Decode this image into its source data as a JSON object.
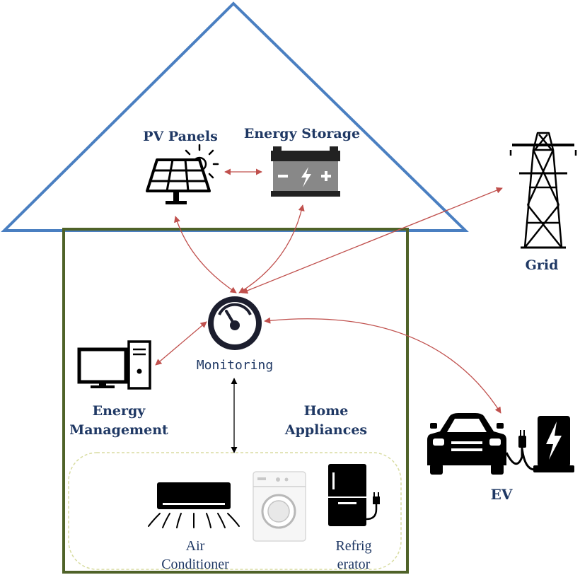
{
  "labels": {
    "pv_panels": "PV Panels",
    "energy_storage": "Energy Storage",
    "grid": "Grid",
    "monitoring": "Monitoring",
    "energy_management_line1": "Energy",
    "energy_management_line2": "Management",
    "home_appliances_line1": "Home",
    "home_appliances_line2": "Appliances",
    "air_conditioner_line1": "Air",
    "air_conditioner_line2": "Conditioner",
    "refrigerator_line1": "Refrig",
    "refrigerator_line2": "erator",
    "ev": "EV"
  },
  "colors": {
    "roof_outline": "#4a7fc1",
    "house_outline": "#4f6228",
    "arrow_red": "#c0504d",
    "arrow_black": "#000000",
    "label_text": "#1f3864",
    "appliance_group_border": "#d8dca0"
  },
  "icons": [
    "solar-panel-icon",
    "battery-icon",
    "transmission-tower-icon",
    "gauge-icon",
    "computer-icon",
    "air-conditioner-icon",
    "washing-machine-icon",
    "refrigerator-icon",
    "electric-car-icon",
    "charging-station-icon"
  ]
}
